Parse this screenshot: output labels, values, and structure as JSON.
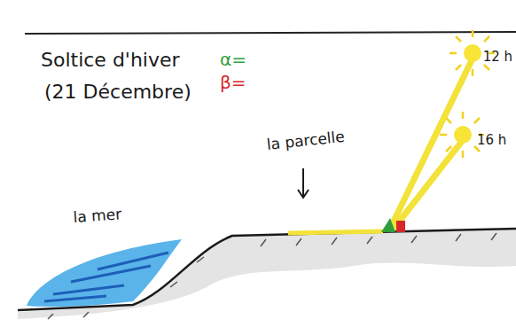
{
  "diagram": {
    "title": "Soltice d'hiver",
    "labels": [
      "(21 Décembre)",
      "α=",
      "β=",
      "la parcelle",
      "la mer",
      "12 h",
      "16 h"
    ]
  }
}
